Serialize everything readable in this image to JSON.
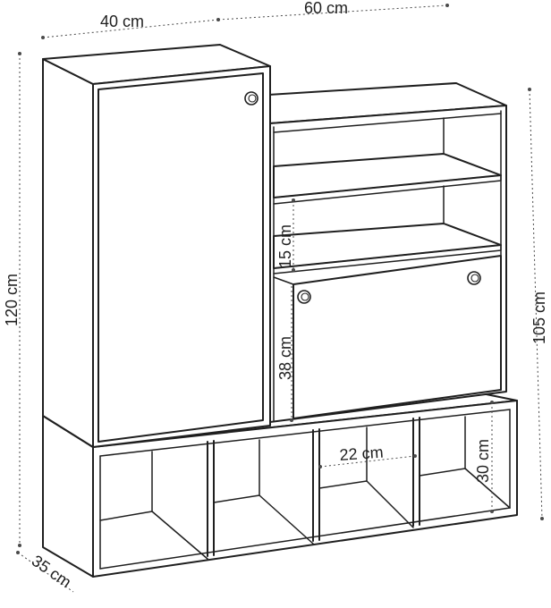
{
  "dimensions": {
    "width_left": "40 cm",
    "width_right": "60 cm",
    "height_total": "120 cm",
    "height_right": "105 cm",
    "depth": "35 cm",
    "shelf_gap": "15 cm",
    "door_height": "38 cm",
    "cubby_width": "22 cm",
    "cubby_height": "30 cm"
  }
}
